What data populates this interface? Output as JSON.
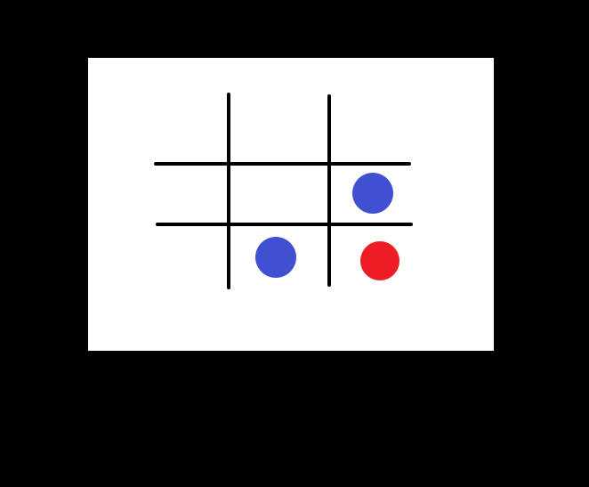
{
  "game": {
    "board": {
      "rows": 3,
      "cols": 3,
      "cells": [
        [
          "",
          "",
          ""
        ],
        [
          "",
          "",
          "blue"
        ],
        [
          "",
          "blue",
          "red"
        ]
      ]
    },
    "pieces": {
      "blue": {
        "color": "#4050d0"
      },
      "red": {
        "color": "#ee1c24"
      }
    },
    "colors": {
      "background": "#000000",
      "board_panel": "#ffffff",
      "grid_lines": "#000000"
    }
  }
}
